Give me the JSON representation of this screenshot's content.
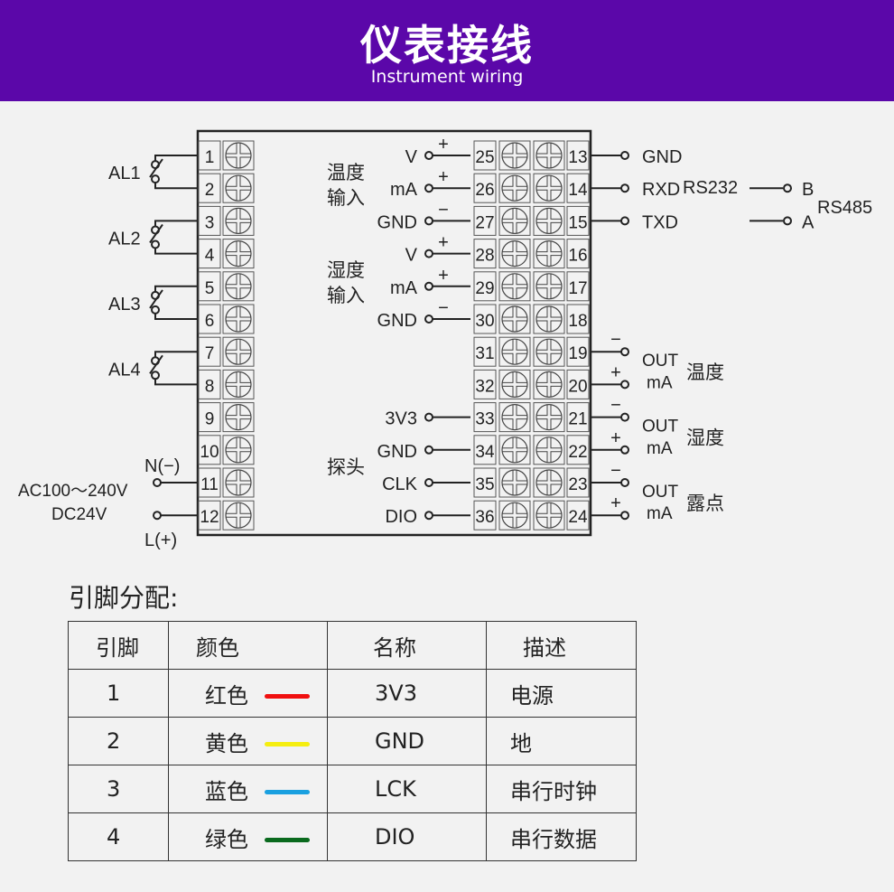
{
  "header": {
    "title": "仪表接线",
    "subtitle": "Instrument wiring"
  },
  "diagram": {
    "left_pins": [
      "1",
      "2",
      "3",
      "4",
      "5",
      "6",
      "7",
      "8",
      "9",
      "10",
      "11",
      "12"
    ],
    "alarms": [
      "AL1",
      "AL2",
      "AL3",
      "AL4"
    ],
    "power": {
      "n": "N(−)",
      "l": "L(+)",
      "ac": "AC100～240V",
      "dc": "DC24V"
    },
    "inner_rows": [
      {
        "pin": "25",
        "label": "V",
        "sign": "+"
      },
      {
        "pin": "26",
        "label": "mA",
        "sign": "+"
      },
      {
        "pin": "27",
        "label": "GND",
        "sign": "−"
      },
      {
        "pin": "28",
        "label": "V",
        "sign": "+"
      },
      {
        "pin": "29",
        "label": "mA",
        "sign": "+"
      },
      {
        "pin": "30",
        "label": "GND",
        "sign": "−"
      },
      {
        "pin": "31",
        "label": "",
        "sign": ""
      },
      {
        "pin": "32",
        "label": "",
        "sign": ""
      },
      {
        "pin": "33",
        "label": "3V3",
        "sign": ""
      },
      {
        "pin": "34",
        "label": "GND",
        "sign": ""
      },
      {
        "pin": "35",
        "label": "CLK",
        "sign": ""
      },
      {
        "pin": "36",
        "label": "DIO",
        "sign": ""
      }
    ],
    "inner_groups": [
      "温度",
      "输入",
      "湿度",
      "输入",
      "探头"
    ],
    "outer_rows": [
      {
        "pin": "13",
        "label": "GND"
      },
      {
        "pin": "14",
        "label": "RXD"
      },
      {
        "pin": "15",
        "label": "TXD"
      },
      {
        "pin": "16",
        "label": ""
      },
      {
        "pin": "17",
        "label": ""
      },
      {
        "pin": "18",
        "label": ""
      },
      {
        "pin": "19",
        "label": ""
      },
      {
        "pin": "20",
        "label": ""
      },
      {
        "pin": "21",
        "label": ""
      },
      {
        "pin": "22",
        "label": ""
      },
      {
        "pin": "23",
        "label": ""
      },
      {
        "pin": "24",
        "label": ""
      }
    ],
    "rs232": "RS232",
    "rs485": "RS485",
    "rs485_b": "B",
    "rs485_a": "A",
    "outputs": [
      {
        "name": "温度",
        "out": "OUT",
        "unit": "mA"
      },
      {
        "name": "湿度",
        "out": "OUT",
        "unit": "mA"
      },
      {
        "name": "露点",
        "out": "OUT",
        "unit": "mA"
      }
    ],
    "minus": "−",
    "plus": "+"
  },
  "pinout": {
    "title": "引脚分配:",
    "headers": [
      "引脚",
      "颜色",
      "名称",
      "描述"
    ],
    "rows": [
      {
        "pin": "1",
        "color": "红色",
        "hex": "#f01010",
        "name": "3V3",
        "desc": "电源"
      },
      {
        "pin": "2",
        "color": "黄色",
        "hex": "#f5ee10",
        "name": "GND",
        "desc": "地"
      },
      {
        "pin": "3",
        "color": "蓝色",
        "hex": "#1aa0e0",
        "name": "LCK",
        "desc": "串行时钟"
      },
      {
        "pin": "4",
        "color": "绿色",
        "hex": "#0a6a1e",
        "name": "DIO",
        "desc": "串行数据"
      }
    ]
  }
}
